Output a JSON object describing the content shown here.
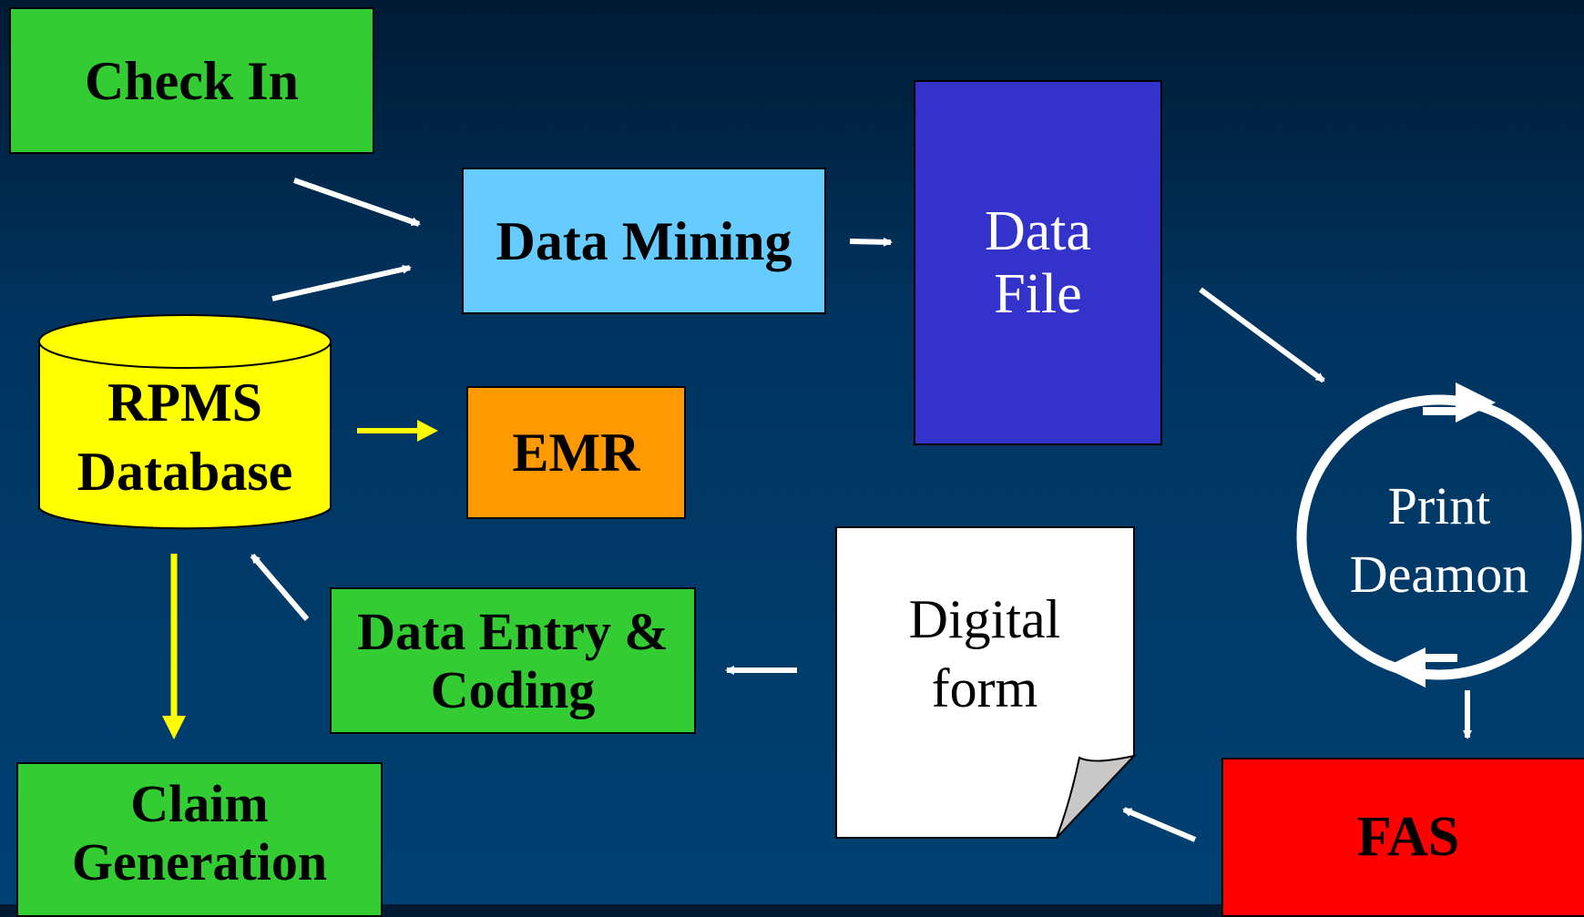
{
  "nodes": {
    "check_in": {
      "label": "Check In",
      "color": "#33cc33"
    },
    "data_mining": {
      "label": "Data Mining",
      "color": "#66ccff"
    },
    "data_file": {
      "line1": "Data",
      "line2": "File",
      "color": "#3333cc"
    },
    "rpms_database": {
      "line1": "RPMS",
      "line2": "Database",
      "color": "#ffff00"
    },
    "emr": {
      "label": "EMR",
      "color": "#ff9900"
    },
    "print_daemon": {
      "line1": "Print",
      "line2": "Deamon"
    },
    "digital_form": {
      "line1": "Digital",
      "line2": "form",
      "color": "#ffffff"
    },
    "data_entry": {
      "line1": "Data Entry &",
      "line2": "Coding",
      "color": "#33cc33"
    },
    "claim_generation": {
      "line1": "Claim",
      "line2": "Generation",
      "color": "#33cc33"
    },
    "fas": {
      "label": "FAS",
      "color": "#ff0000"
    }
  },
  "arrow_colors": {
    "default": "#ffffff",
    "rpms": "#ffff00"
  }
}
